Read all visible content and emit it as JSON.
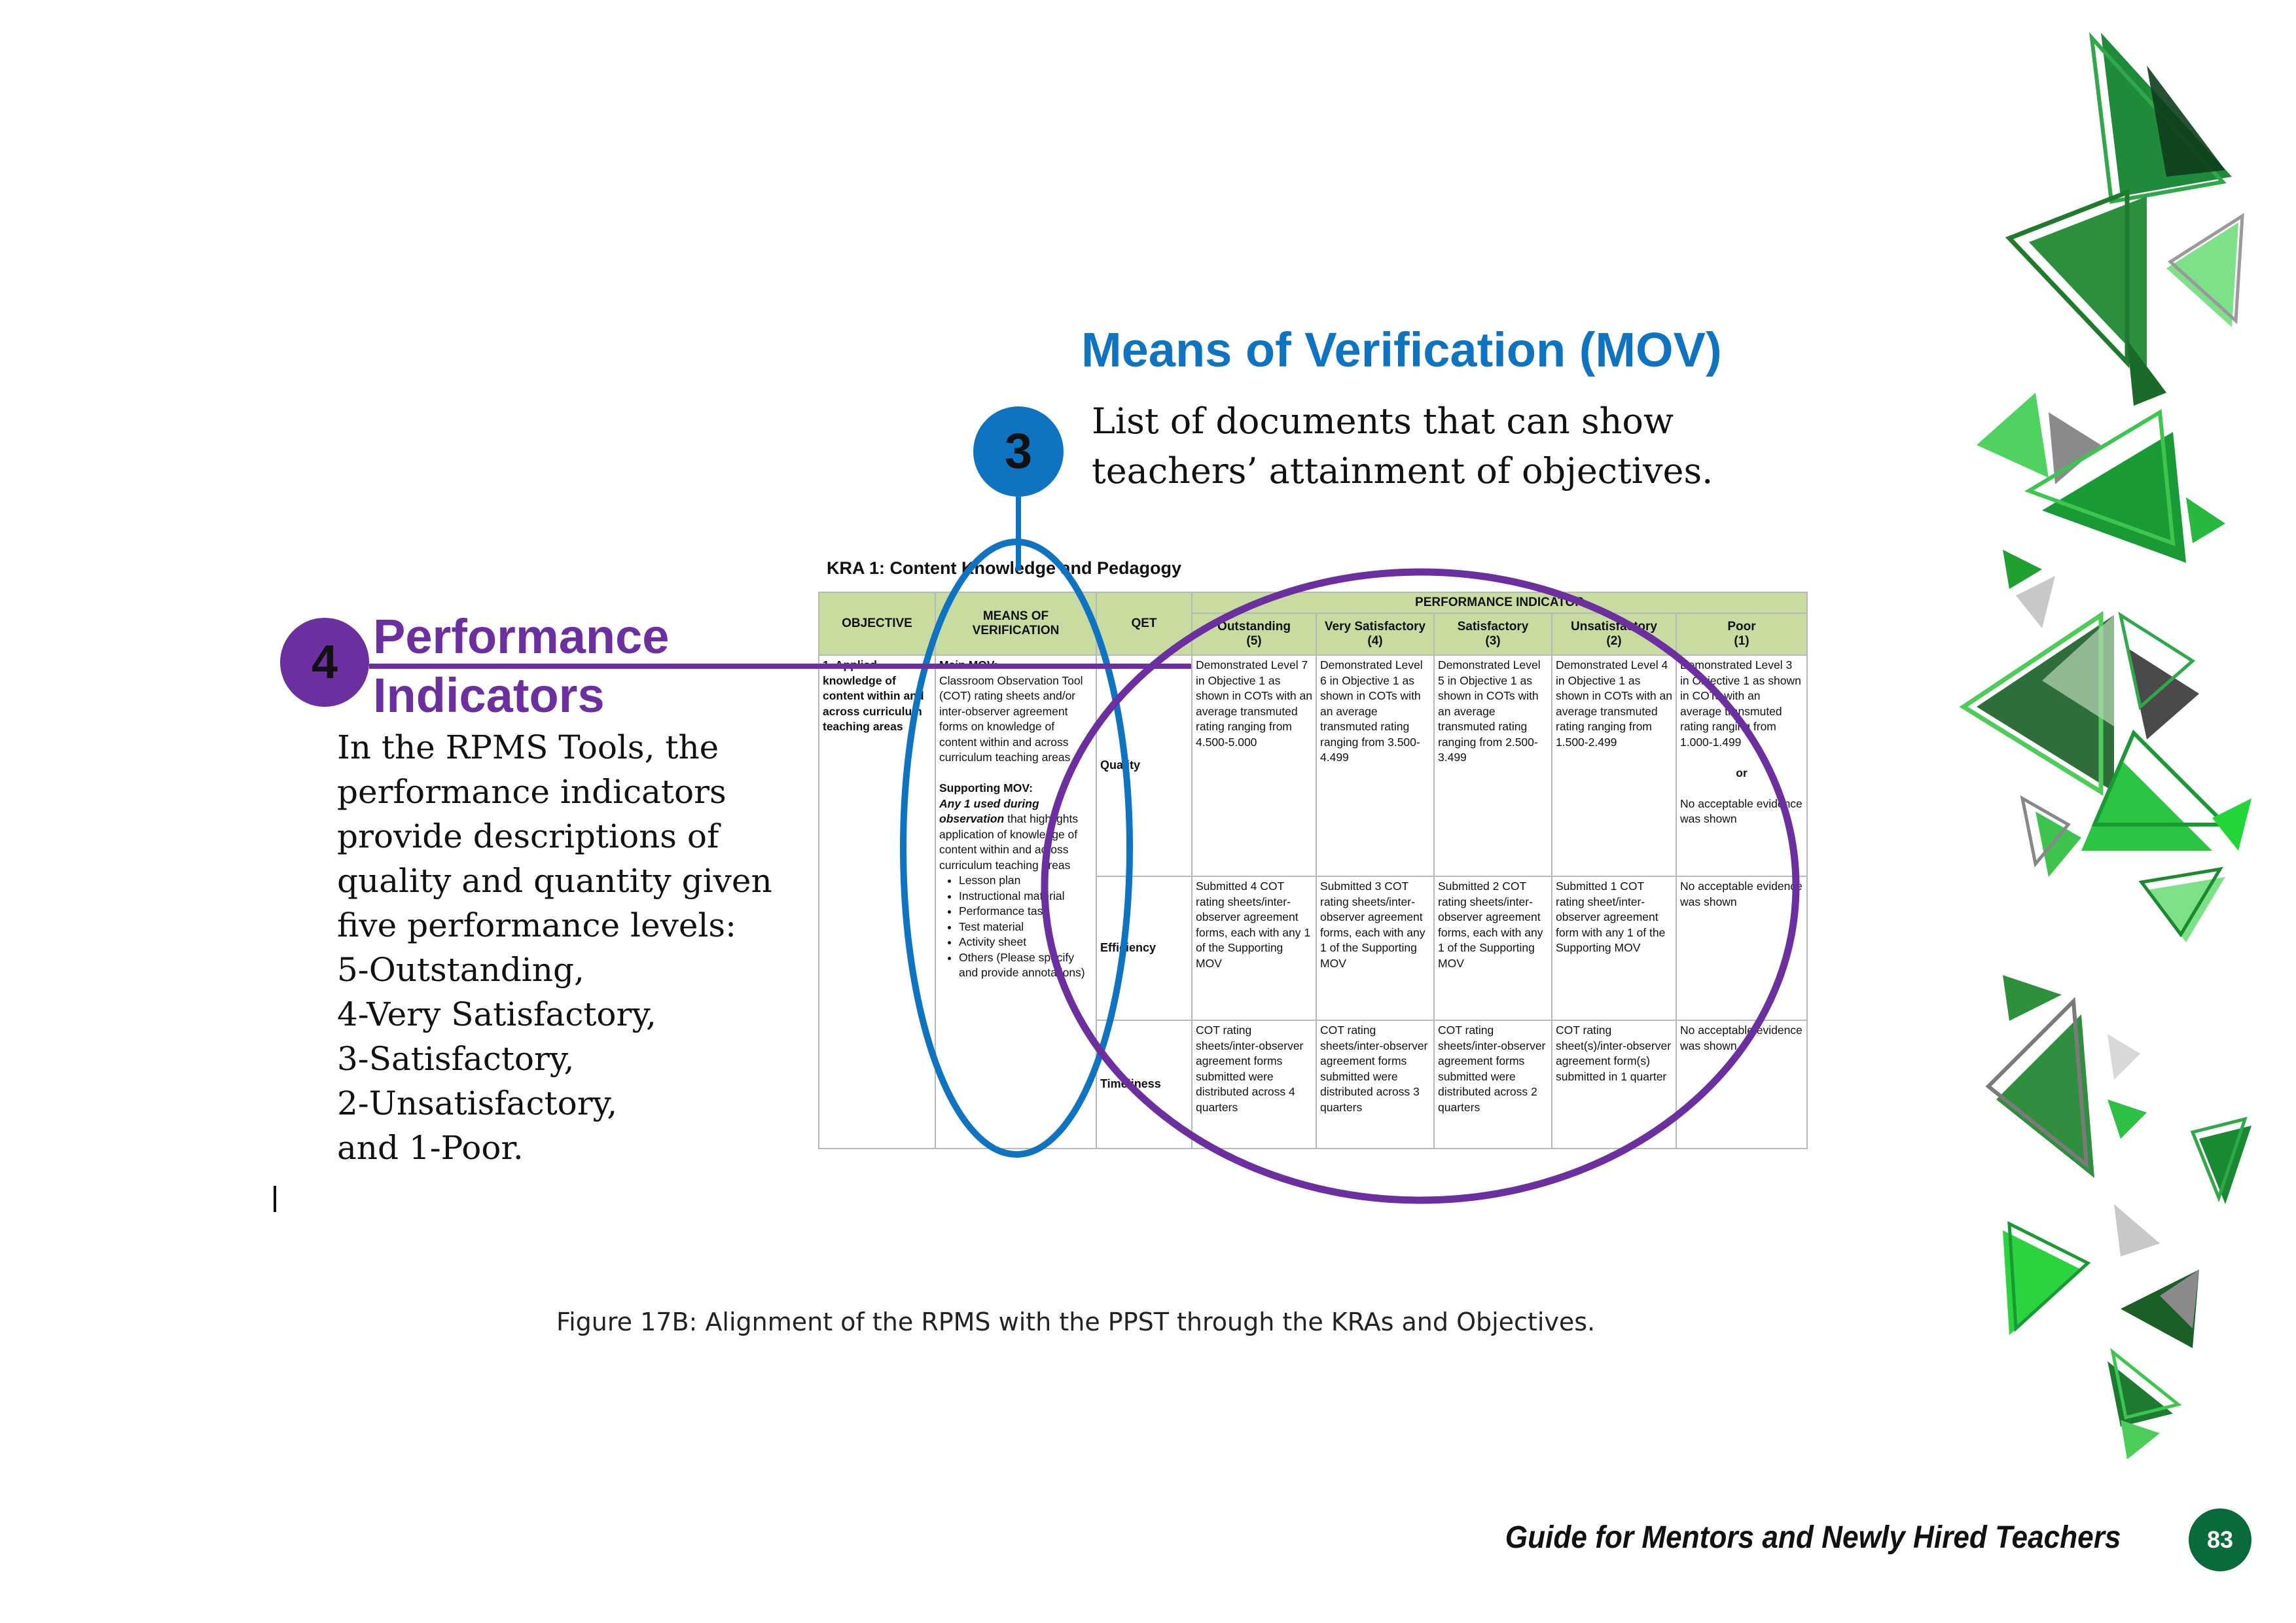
{
  "mov": {
    "badge": "3",
    "title": "Means of Verification (MOV)",
    "description": "List of documents that can show teachers’ attainment of objectives."
  },
  "performance_indicators": {
    "badge": "4",
    "title_line1": "Performance",
    "title_line2": "Indicators",
    "lines": [
      "In the RPMS Tools, the",
      "performance indicators",
      "provide descriptions of",
      "quality and quantity given",
      "five performance levels:",
      "5-Outstanding,",
      "4-Very Satisfactory,",
      "3-Satisfactory,",
      "2-Unsatisfactory,",
      "and 1-Poor."
    ]
  },
  "kra": {
    "title": "KRA 1: Content Knowledge and Pedagogy",
    "headers": {
      "objective": "OBJECTIVE",
      "mov": "MEANS OF VERIFICATION",
      "qet": "QET",
      "performance_indicator": "PERFORMANCE INDICATOR",
      "levels": [
        {
          "name": "Outstanding",
          "score": "(5)"
        },
        {
          "name": "Very Satisfactory",
          "score": "(4)"
        },
        {
          "name": "Satisfactory",
          "score": "(3)"
        },
        {
          "name": "Unsatisfactory",
          "score": "(2)"
        },
        {
          "name": "Poor",
          "score": "(1)"
        }
      ]
    },
    "objective": "1. Applied knowledge of content within and across curriculum teaching areas",
    "mov_main_label": "Main MOV:",
    "mov_main_text": "Classroom Observation Tool (COT) rating sheets and/or inter-observer agreement forms on knowledge of content within and across curriculum teaching areas",
    "mov_supporting_label": "Supporting MOV:",
    "mov_supporting_em": "Any 1 used during observation",
    "mov_supporting_text": "that highlights application of knowledge of content within and across curriculum teaching areas",
    "mov_list": [
      "Lesson plan",
      "Instructional material",
      "Performance task",
      "Test material",
      "Activity sheet",
      "Others (Please specify and provide annotations)"
    ],
    "rows": [
      {
        "qet": "Quality",
        "cells": [
          "Demonstrated Level 7 in Objective 1 as shown in COTs with an average transmuted rating ranging from 4.500-5.000",
          "Demonstrated Level 6 in Objective 1 as shown in COTs with an average transmuted rating ranging from 3.500-4.499",
          "Demonstrated Level 5 in Objective 1 as shown in COTs with an average transmuted rating ranging from 2.500-3.499",
          "Demonstrated Level 4 in Objective 1 as shown in COTs with an average transmuted rating ranging from 1.500-2.499",
          "Demonstrated Level 3 in Objective 1 as shown in COTs with an average transmuted rating ranging from 1.000-1.499"
        ],
        "poor_or": "or",
        "poor_alt": "No acceptable evidence was shown"
      },
      {
        "qet": "Efficiency",
        "cells": [
          "Submitted 4 COT rating sheets/inter-observer agreement forms, each with any 1 of the Supporting MOV",
          "Submitted 3 COT rating sheets/inter-observer agreement forms, each with any 1 of the Supporting MOV",
          "Submitted 2 COT rating sheets/inter-observer agreement forms, each with any 1 of the Supporting MOV",
          "Submitted 1 COT rating sheet/inter-observer agreement form with any 1 of the Supporting MOV",
          "No acceptable evidence was shown"
        ]
      },
      {
        "qet": "Timeliness",
        "cells": [
          "COT rating sheets/inter-observer agreement forms submitted were distributed across 4 quarters",
          "COT rating sheets/inter-observer agreement forms submitted were distributed across 3 quarters",
          "COT rating sheets/inter-observer agreement forms submitted were distributed across 2 quarters",
          "COT rating sheet(s)/inter-observer agreement form(s) submitted in 1 quarter",
          "No acceptable evidence was shown"
        ]
      }
    ]
  },
  "caption": "Figure 17B: Alignment of the RPMS with the PPST through the KRAs and Objectives.",
  "footer": {
    "title": "Guide for Mentors and Newly Hired Teachers",
    "page": "83"
  },
  "colors": {
    "mov_blue": "#0e74c2",
    "indicator_purple": "#6b2fa0",
    "header_green": "#c8dca0",
    "page_badge_green": "#0a6b3a"
  }
}
